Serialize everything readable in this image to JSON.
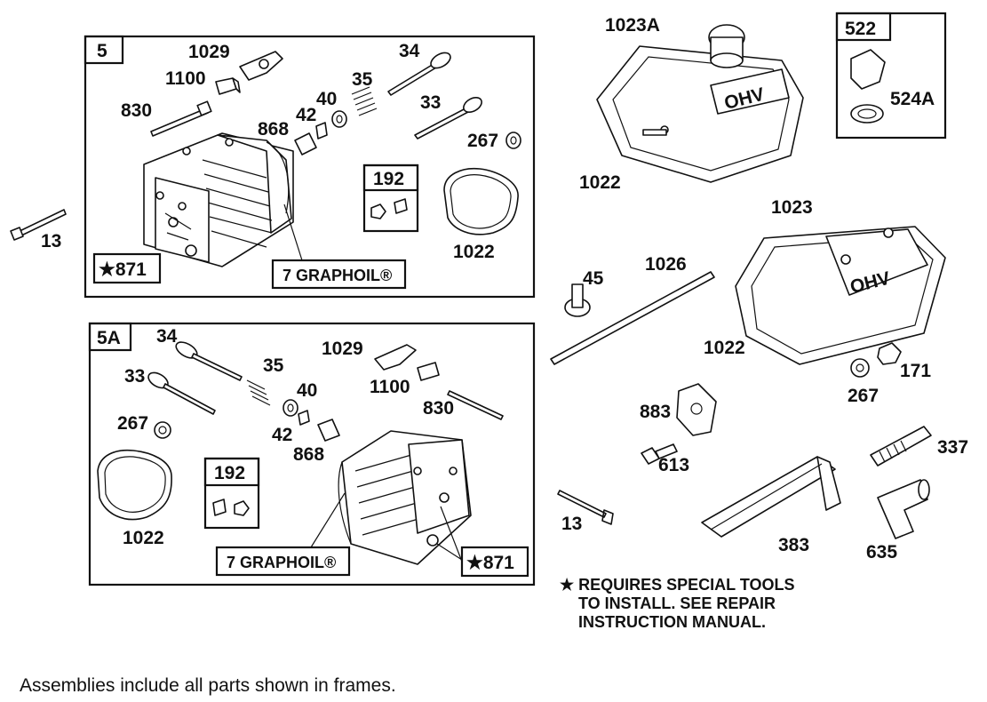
{
  "frames": {
    "frame_5": "5",
    "frame_5a": "5A",
    "frame_522": "522"
  },
  "sub_boxes": {
    "box_192_top": "192",
    "box_192_bottom": "192",
    "star_871_top": "★871",
    "star_871_bottom": "★871",
    "graphoil_top": "7 GRAPHOIL®",
    "graphoil_bottom": "7 GRAPHOIL®"
  },
  "labels_frame_5": {
    "l1029": "1029",
    "l34": "34",
    "l1100": "1100",
    "l35": "35",
    "l830": "830",
    "l40": "40",
    "l33": "33",
    "l868": "868",
    "l42": "42",
    "l267": "267",
    "l1022": "1022"
  },
  "labels_frame_5a": {
    "l34": "34",
    "l33": "33",
    "l35": "35",
    "l40": "40",
    "l1029": "1029",
    "l1100": "1100",
    "l830": "830",
    "l267": "267",
    "l42": "42",
    "l868": "868",
    "l1022": "1022"
  },
  "labels_right": {
    "l1023a": "1023A",
    "l524a": "524A",
    "l1022_a": "1022",
    "l1023": "1023",
    "l45": "45",
    "l1026": "1026",
    "l1022_b": "1022",
    "l171": "171",
    "l267": "267",
    "l883": "883",
    "l613": "613",
    "l337": "337",
    "l13_right": "13",
    "l383": "383",
    "l635": "635"
  },
  "labels_left": {
    "l13_left": "13"
  },
  "cover_embossing": "OHV",
  "note_lines": [
    "★ REQUIRES SPECIAL TOOLS",
    "TO INSTALL.  SEE REPAIR",
    "INSTRUCTION MANUAL."
  ],
  "footer": "Assemblies include all parts shown in frames."
}
